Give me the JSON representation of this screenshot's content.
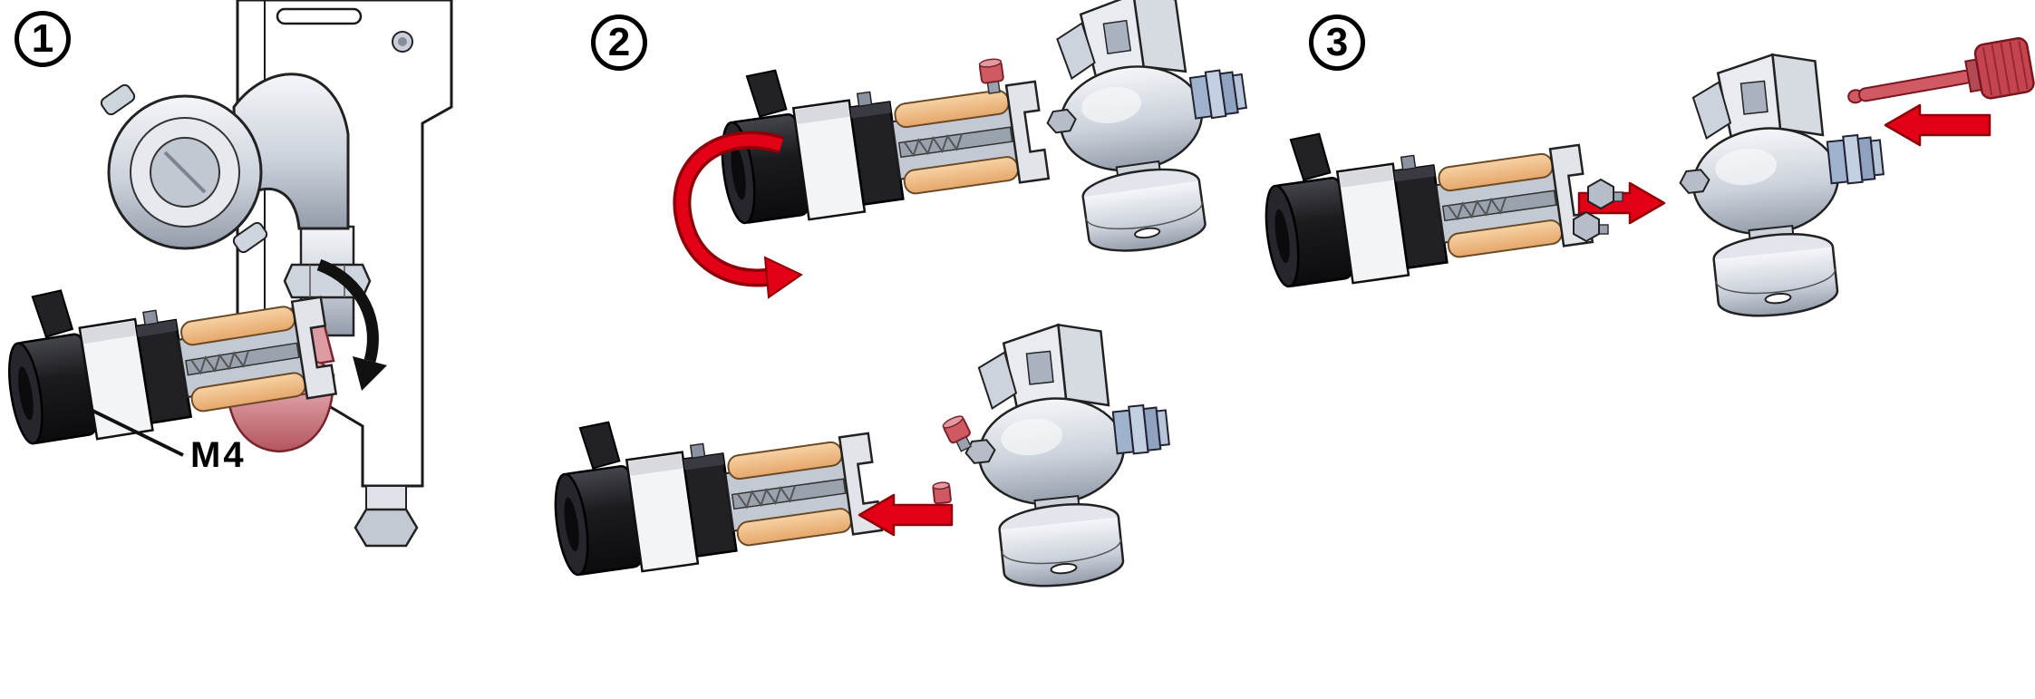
{
  "figure": {
    "type": "assembly-instruction-diagram",
    "background": "#ffffff",
    "steps": [
      {
        "number": "1"
      },
      {
        "number": "2"
      },
      {
        "number": "3"
      }
    ],
    "labels": {
      "screw": "M4"
    },
    "icons": [
      {
        "name": "rotate-clockwise-arrow",
        "panel": 1,
        "color": "#111111"
      },
      {
        "name": "rotate-counterclockwise-arrow",
        "panel": 2,
        "color": "#e30016"
      },
      {
        "name": "arrow-left",
        "panel": 2,
        "color": "#e30016"
      },
      {
        "name": "arrow-right",
        "panel": 3,
        "color": "#e30016"
      },
      {
        "name": "arrow-left",
        "panel": 3,
        "color": "#e30016"
      }
    ],
    "colors": {
      "arrow_red": "#e30016",
      "arrow_red_outline": "#8e0008",
      "arrow_black": "#111111",
      "highlight_red": "#cf5a63",
      "metal_light": "#f4f6f9",
      "metal_dark": "#939caa",
      "rod_orange": "#f0bd8c",
      "port_blue": "#a9bcd6",
      "part_black": "#1b1b1f"
    }
  }
}
